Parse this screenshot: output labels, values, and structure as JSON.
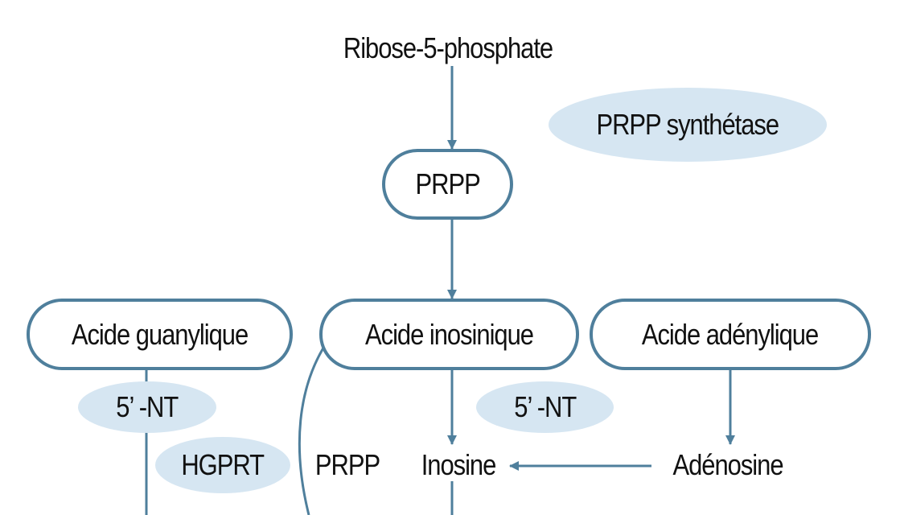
{
  "colors": {
    "stroke": "#4f7f9c",
    "enzyme_fill": "#d6e6f2",
    "text": "#111111"
  },
  "nodes": {
    "ribose": "Ribose-5-phosphate",
    "prpp": "PRPP",
    "guanylique": "Acide guanylique",
    "inosinique": "Acide inosinique",
    "adenylique": "Acide adénylique",
    "inosine": "Inosine",
    "adenosine": "Adénosine"
  },
  "enzymes": {
    "prpp_synthetase": "PRPP synthétase",
    "nt_left": "5’ -NT",
    "nt_right": "5’ -NT",
    "hgprt": "HGPRT"
  },
  "labels": {
    "prpp_side": "PRPP"
  }
}
